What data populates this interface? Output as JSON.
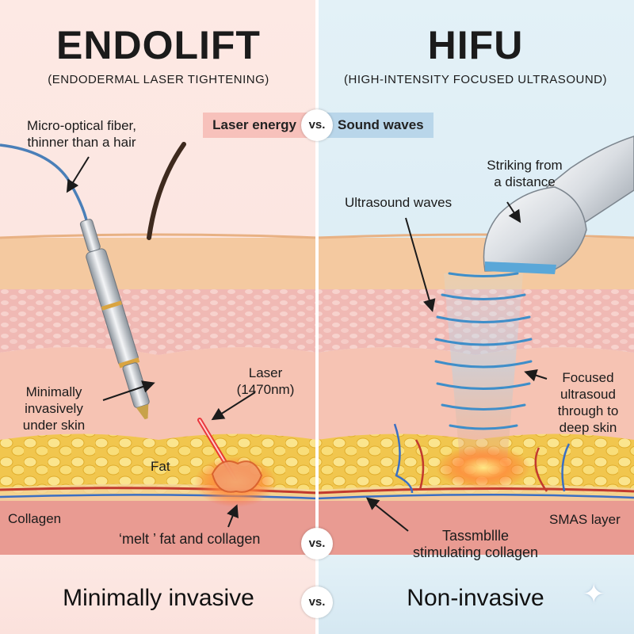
{
  "left": {
    "title": "ENDOLIFT",
    "subtitle": "(ENDODERMAL LASER TIGHTENING)",
    "labels": {
      "fiber": [
        "Micro-optical fiber,",
        "thinner than a hair"
      ],
      "laser": [
        "Laser",
        "(1470nm)"
      ],
      "invasive": [
        "Minimally",
        "invasively",
        "under skin"
      ],
      "fat": "Fat",
      "collagen": "Collagen",
      "melt": "‘melt ’ fat and collagen"
    },
    "pill": "Laser energy",
    "bottom": "Minimally invasive"
  },
  "right": {
    "title": "HIFU",
    "subtitle": "(HIGH-INTENSITY FOCUSED ULTRASOUND)",
    "labels": {
      "distance": [
        "Striking from",
        "a distance"
      ],
      "waves": "Ultrasound waves",
      "focused": [
        "Focused",
        "ultrasoud",
        "through to",
        "deep skin"
      ],
      "smas": "SMAS layer",
      "stimulating": [
        "Tassmbllle",
        "stimulating collagen"
      ]
    },
    "pill": "Sound waves",
    "bottom": "Non-invasive"
  },
  "vs_label": "vs.",
  "colors": {
    "left_bg": "#fae3df",
    "right_bg": "#dfeef5",
    "pill_left": "#f7c1bb",
    "pill_right": "#b9d6ea",
    "laser_beam": "#e8202a",
    "fiber_cable": "#4a7fb8"
  },
  "icons": [
    "handpiece-icon",
    "laser-fiber-icon",
    "hair-icon",
    "sparkle-icon"
  ]
}
